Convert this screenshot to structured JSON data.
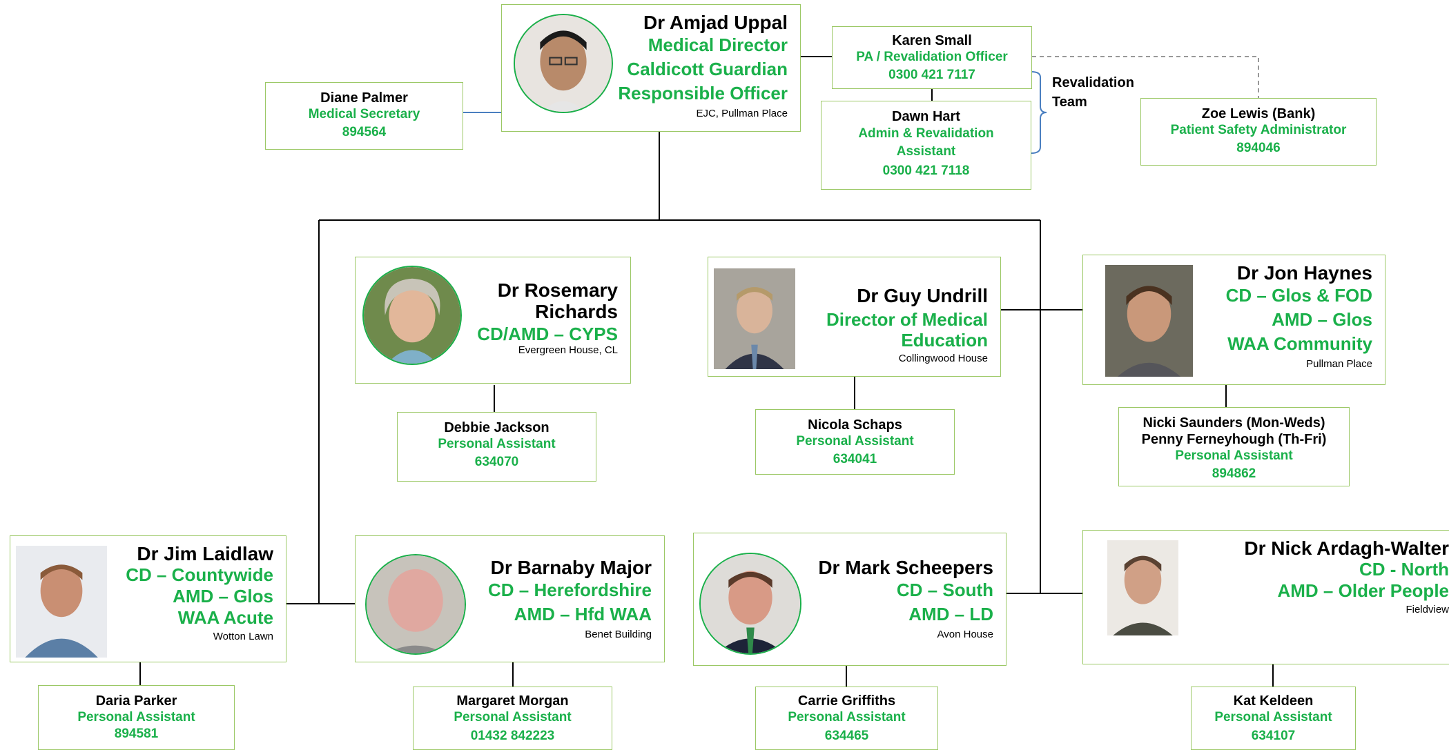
{
  "medical_director": {
    "name": "Dr Amjad Uppal",
    "roles": [
      "Medical Director",
      "Caldicott Guardian",
      "Responsible Officer"
    ],
    "location": "EJC, Pullman Place",
    "photo": "portrait-photo"
  },
  "diane": {
    "name": "Diane Palmer",
    "role": "Medical Secretary",
    "phone": "894564"
  },
  "karen": {
    "name": "Karen Small",
    "role": "PA / Revalidation Officer",
    "phone": "0300 421 7117"
  },
  "dawn": {
    "name": "Dawn Hart",
    "role": "Admin & Revalidation Assistant",
    "phone": "0300 421 7118"
  },
  "revalidation_team_label": "Revalidation Team",
  "zoe": {
    "name": "Zoe Lewis (Bank)",
    "role": "Patient Safety Administrator",
    "phone": "894046"
  },
  "rosemary": {
    "name": "Dr Rosemary Richards",
    "roles": [
      "CD/AMD – CYPS"
    ],
    "location": "Evergreen House, CL"
  },
  "debbie": {
    "name": "Debbie Jackson",
    "role": "Personal Assistant",
    "phone": "634070"
  },
  "guy": {
    "name": "Dr Guy Undrill",
    "roles": [
      "Director of Medical Education"
    ],
    "location": "Collingwood House"
  },
  "nicola": {
    "name": "Nicola Schaps",
    "role": "Personal Assistant",
    "phone": "634041"
  },
  "jon": {
    "name": "Dr Jon Haynes",
    "roles": [
      "CD – Glos & FOD",
      "AMD – Glos",
      "WAA Community"
    ],
    "location": "Pullman Place"
  },
  "nicki": {
    "names": [
      "Nicki Saunders (Mon-Weds)",
      "Penny Ferneyhough (Th-Fri)"
    ],
    "role": "Personal Assistant",
    "phone": "894862"
  },
  "jim": {
    "name": "Dr Jim Laidlaw",
    "roles": [
      "CD – Countywide",
      "AMD – Glos",
      "WAA Acute"
    ],
    "location": "Wotton Lawn"
  },
  "daria": {
    "name": "Daria Parker",
    "role": "Personal Assistant",
    "phone": "894581"
  },
  "barnaby": {
    "name": "Dr Barnaby Major",
    "roles": [
      "CD – Herefordshire",
      "AMD – Hfd WAA"
    ],
    "location": "Benet Building"
  },
  "margaret": {
    "name": "Margaret Morgan",
    "role": "Personal Assistant",
    "phone": "01432 842223"
  },
  "mark": {
    "name": "Dr Mark Scheepers",
    "roles": [
      "CD – South",
      "AMD – LD"
    ],
    "location": "Avon House"
  },
  "carrie": {
    "name": "Carrie Griffiths",
    "role": "Personal Assistant",
    "phone": "634465"
  },
  "nick": {
    "name": "Dr Nick Ardagh-Walter",
    "roles": [
      "CD - North",
      "AMD – Older People"
    ],
    "location": "Fieldview"
  },
  "kat": {
    "name": "Kat Keldeen",
    "role": "Personal Assistant",
    "phone": "634107"
  },
  "colors": {
    "accent_green": "#1ab04a",
    "box_border": "#9bc865",
    "bracket_blue": "#4a7fc0"
  }
}
